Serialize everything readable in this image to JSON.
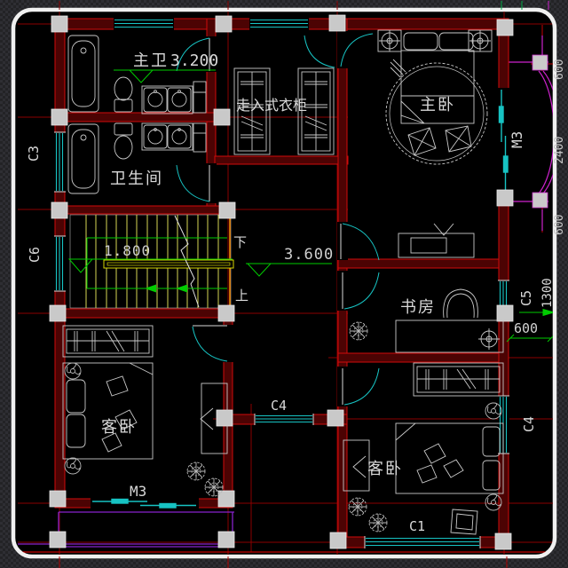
{
  "title": "二层平面图 (second floor plan, CAD drawing)",
  "colors": {
    "background_checker_dark": "#232327",
    "background_checker_light": "#2e2e33",
    "frame": "#f0f0f0",
    "paper": "#000000",
    "wall_fill": "#4c0303",
    "wall_edge": "#cf0b0b",
    "axis_red": "#8c0000",
    "bright_red": "#c40000",
    "window_cyan": "#17c3c3",
    "stair_yellow": "#d6d655",
    "stair_orange": "#ff8c00",
    "annotation_green": "#00cc00",
    "balcony_magenta": "#cc22cc",
    "balcony_purple": "#8822cc",
    "column_gray": "#c9c9c9",
    "furniture_gray": "#c9c9c9",
    "text_gray": "#d9d9d9"
  },
  "rooms": {
    "master_bath": {
      "label": "主卫",
      "level": "3.200"
    },
    "bathroom": {
      "label": "卫生间"
    },
    "closet": {
      "label": "走入式衣柜"
    },
    "master_bedroom": {
      "label": "主卧"
    },
    "study": {
      "label": "书房"
    },
    "guest_bedroom_left": {
      "label": "客卧"
    },
    "guest_bedroom_right": {
      "label": "客卧"
    }
  },
  "stairs": {
    "landing_level": "1.800",
    "down": "下",
    "up": "上"
  },
  "hall": {
    "level": "3.600"
  },
  "openings": {
    "window_c3": "C3",
    "window_c6": "C6",
    "window_c5": "C5",
    "window_c4_mid": "C4",
    "window_c4_right": "C4",
    "window_c1": "C1",
    "door_m3_right": "M3",
    "door_m3_bottom": "M3"
  },
  "dimensions": {
    "d600": "600",
    "d1300": "1300",
    "edge_top": "600",
    "edge_mid": "2400",
    "edge_bottom": "600"
  }
}
